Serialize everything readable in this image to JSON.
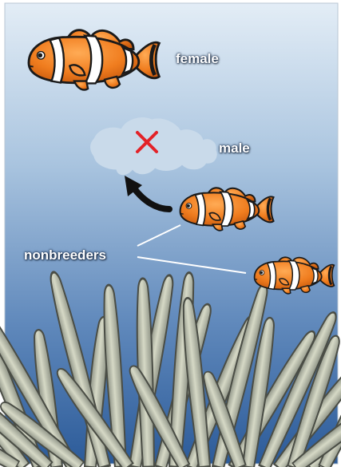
{
  "labels": {
    "female": "female",
    "male": "male",
    "nonbreeders": "nonbreeders"
  },
  "colors": {
    "water_top": "#dfeaf4",
    "water_mid": "#8fb2d6",
    "water_bottom": "#2f5f9e",
    "fish_orange": "#f07d1f",
    "fish_stripe": "#ffffff",
    "fish_outline": "#1a1a1a",
    "removed_male": "#c9daea",
    "cross_mark": "#e32228",
    "anemone": "#c9ccb7",
    "arrow": "#111111"
  }
}
